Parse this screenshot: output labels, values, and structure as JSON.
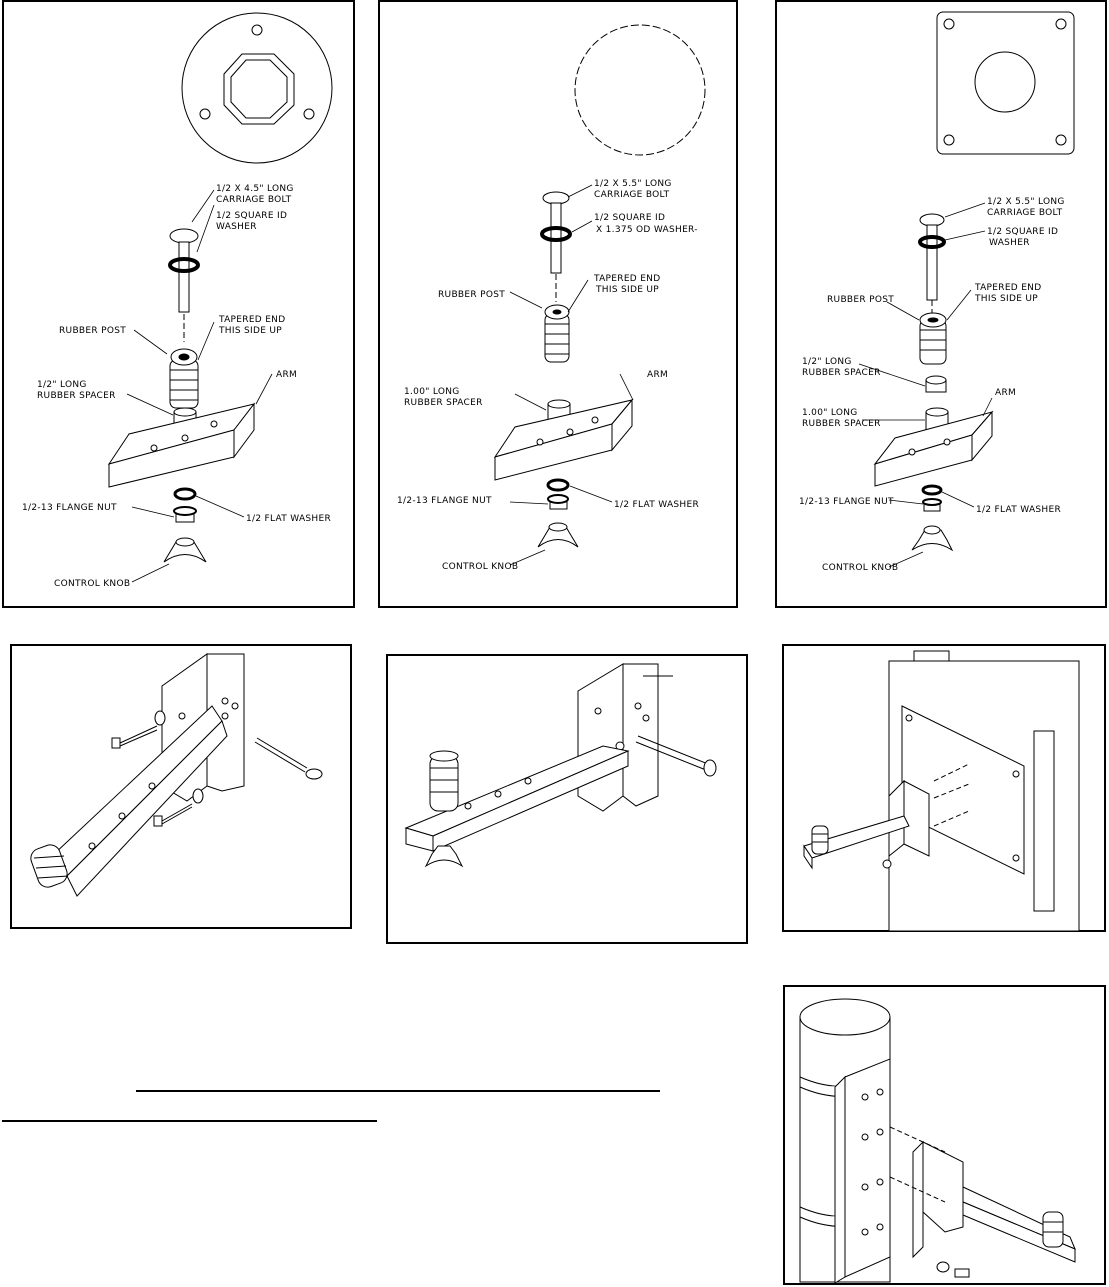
{
  "panels": {
    "p1": {
      "carriage_bolt": [
        "1/2 X 4.5\" LONG",
        "CARRIAGE BOLT"
      ],
      "washer": [
        "1/2 SQUARE ID",
        "WASHER"
      ],
      "rubber_post": "RUBBER POST",
      "tapered_end": [
        "TAPERED END",
        "THIS  SIDE UP"
      ],
      "spacer": [
        "1/2\" LONG",
        "RUBBER SPACER"
      ],
      "arm": "ARM",
      "flange_nut": "1/2-13 FLANGE NUT",
      "flat_washer": "1/2 FLAT WASHER",
      "control_knob": "CONTROL KNOB"
    },
    "p2": {
      "carriage_bolt": [
        "1/2 X 5.5\" LONG",
        "CARRIAGE BOLT"
      ],
      "washer": [
        "1/2 SQUARE ID",
        "X 1.375 OD WASHER-"
      ],
      "rubber_post": "RUBBER POST",
      "tapered_end": [
        "TAPERED END",
        "THIS SIDE UP"
      ],
      "spacer": [
        "1.00\" LONG",
        "RUBBER SPACER"
      ],
      "arm": "ARM",
      "flange_nut": "1/2-13 FLANGE NUT",
      "flat_washer": "1/2 FLAT WASHER",
      "control_knob": "CONTROL KNOB"
    },
    "p3": {
      "carriage_bolt": [
        "1/2 X 5.5\" LONG",
        "CARRIAGE BOLT"
      ],
      "washer": [
        "1/2 SQUARE ID",
        "WASHER"
      ],
      "rubber_post": "RUBBER POST",
      "tapered_end": [
        "TAPERED END",
        "THIS SIDE UP"
      ],
      "spacer_half": [
        "1/2\" LONG",
        "RUBBER SPACER"
      ],
      "spacer_one": [
        "1.00\" LONG",
        "RUBBER SPACER"
      ],
      "arm": "ARM",
      "flange_nut": "1/2-13 FLANGE NUT",
      "flat_washer": "1/2 FLAT WASHER",
      "control_knob": "CONTROL KNOB"
    }
  }
}
